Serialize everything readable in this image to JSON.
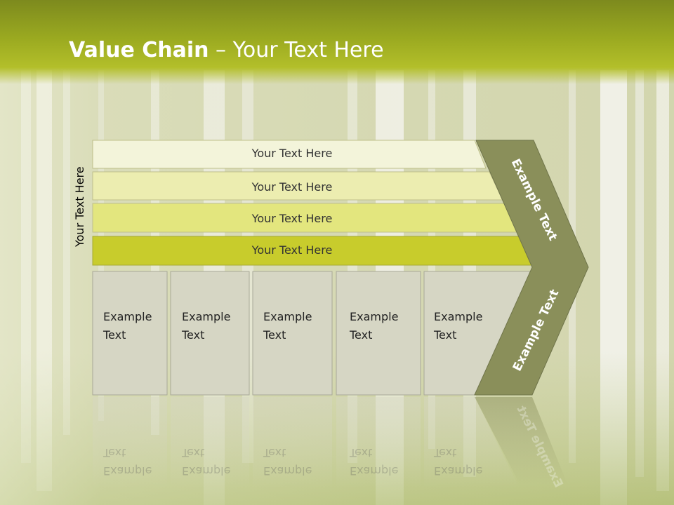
{
  "title": {
    "bold": "Value Chain",
    "rest": " – Your Text Here"
  },
  "vertical_label": "Your Text Here",
  "bars": [
    {
      "label": "Your Text Here",
      "color": "#f3f4da"
    },
    {
      "label": "Your Text Here",
      "color": "#ecedb0"
    },
    {
      "label": "Your Text Here",
      "color": "#e3e67e"
    },
    {
      "label": "Your Text Here",
      "color": "#c8cc2c"
    }
  ],
  "boxes": [
    {
      "line1": "Example",
      "line2": "Text"
    },
    {
      "line1": "Example",
      "line2": "Text"
    },
    {
      "line1": "Example",
      "line2": "Text"
    },
    {
      "line1": "Example",
      "line2": "Text"
    },
    {
      "line1": "Example",
      "line2": "Text"
    }
  ],
  "chevron": {
    "upper_label": "Example Text",
    "lower_label": "Example Text",
    "color": "#8a8f5a"
  },
  "colors": {
    "header": "#9aa920",
    "box_fill": "#d6d6c4",
    "box_border": "#a8a898"
  }
}
